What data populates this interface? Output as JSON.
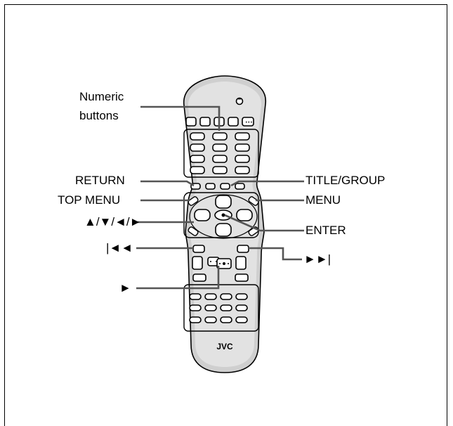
{
  "labels": {
    "numeric_buttons_line1": "Numeric",
    "numeric_buttons_line2": "buttons",
    "return": "RETURN",
    "top_menu": "TOP MENU",
    "arrows": "▲/▼/◄/►",
    "skip_back": "|◄◄",
    "play": "►",
    "title_group": "TITLE/GROUP",
    "menu": "MENU",
    "enter": "ENTER",
    "skip_forward": "►►|"
  },
  "remote": {
    "brand": "JVC"
  }
}
